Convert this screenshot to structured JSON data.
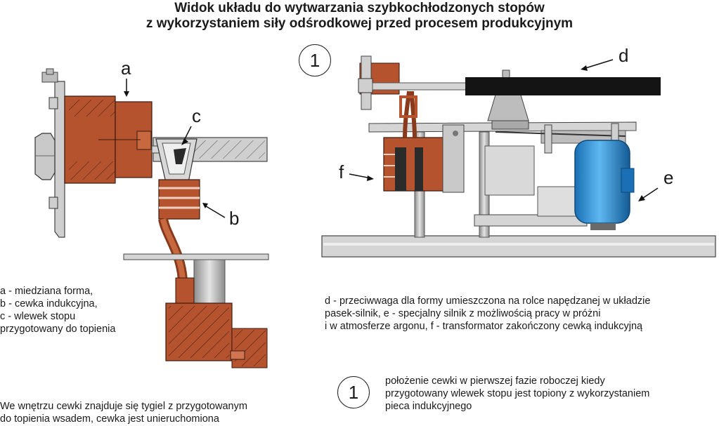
{
  "title": {
    "line1": "Widok układu do wytwarzania szybkochłodzonych stopów",
    "line2": "z wykorzystaniem siły odśrodkowej przed procesem produkcyjnym"
  },
  "labels": {
    "a": "a",
    "b": "b",
    "c": "c",
    "d": "d",
    "e": "e",
    "f": "f"
  },
  "stage_number": "1",
  "legend_left": [
    "a - miedziana forma,",
    "b - cewka indukcyjna,",
    "c - wlewek stopu",
    "przygotowany do topienia"
  ],
  "legend_right": [
    "d - przeciwwaga dla formy umieszczona na rolce napędzanej w układzie",
    "pasek-silnik, e - specjalny silnik z możliwością pracy w próżni",
    "i w atmosferze argonu, f - transformator zakończony cewką indukcyjną"
  ],
  "note_left": [
    "We wnętrzu cewki znajduje się tygiel z przygotowanym",
    "do topienia wsadem, cewka jest unieruchomiona"
  ],
  "stage_note": [
    "położenie cewki w pierwszej fazie roboczej kiedy",
    "przygotowany wlewek stopu jest topiony z wykorzystaniem",
    "pieca indukcyjnego"
  ],
  "colors": {
    "copper": "#b5532e",
    "copper_dark": "#8a3a1c",
    "steel": "#b8b8b8",
    "motor": "#2a8fd8",
    "disc": "#141414"
  }
}
